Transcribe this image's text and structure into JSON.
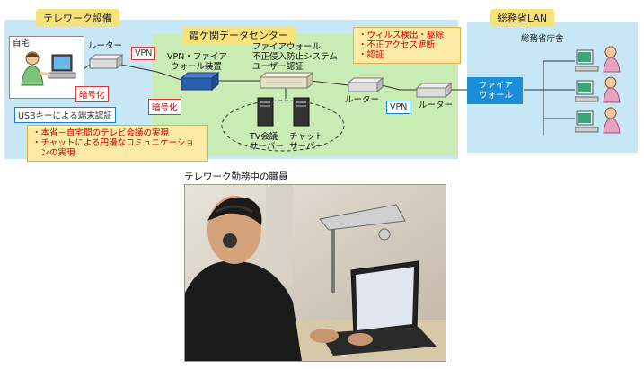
{
  "sections": {
    "telework": "テレワーク設備",
    "kasumigaseki": "霞ケ関データセンター",
    "lan": "総務省LAN"
  },
  "home": {
    "label": "自宅",
    "router": "ルーター",
    "vpn": "VPN",
    "encryption": "暗号化",
    "usb_auth": "USBキーによる端末認証"
  },
  "datacenter": {
    "vpn_device": [
      "VPN・ファイア",
      "ウォール装置"
    ],
    "encryption": "暗号化",
    "firewall": [
      "ファイアウォール",
      "不正侵入防止システム",
      "ユーザー認証"
    ],
    "router": "ルーター",
    "tv_server": [
      "TV会議",
      "サーバー"
    ],
    "chat_server": [
      "チャット",
      "サーバー"
    ],
    "security_notes": [
      "・ウィルス検出・駆除",
      "・不正アクセス遮断",
      "・認証"
    ],
    "function_notes": [
      "・本省－自宅間のテレビ会議の実現",
      "・チャットによる円滑なコミュニケーショ",
      "　ンの実現"
    ]
  },
  "ministry": {
    "vpn": "VPN",
    "router": "ルーター",
    "firewall": [
      "ファイア",
      "ウォール"
    ],
    "office": "総務省庁舎"
  },
  "photo_caption": "テレワーク勤務中の職員",
  "colors": {
    "section_bg": "#c7e7f7",
    "datacenter_bg": "#c9ebb4",
    "tab_bg": "#f7e27a",
    "note_bg": "#fbe9a6",
    "device_blue": "#2a5fb0",
    "alert_red": "#cc0000"
  }
}
